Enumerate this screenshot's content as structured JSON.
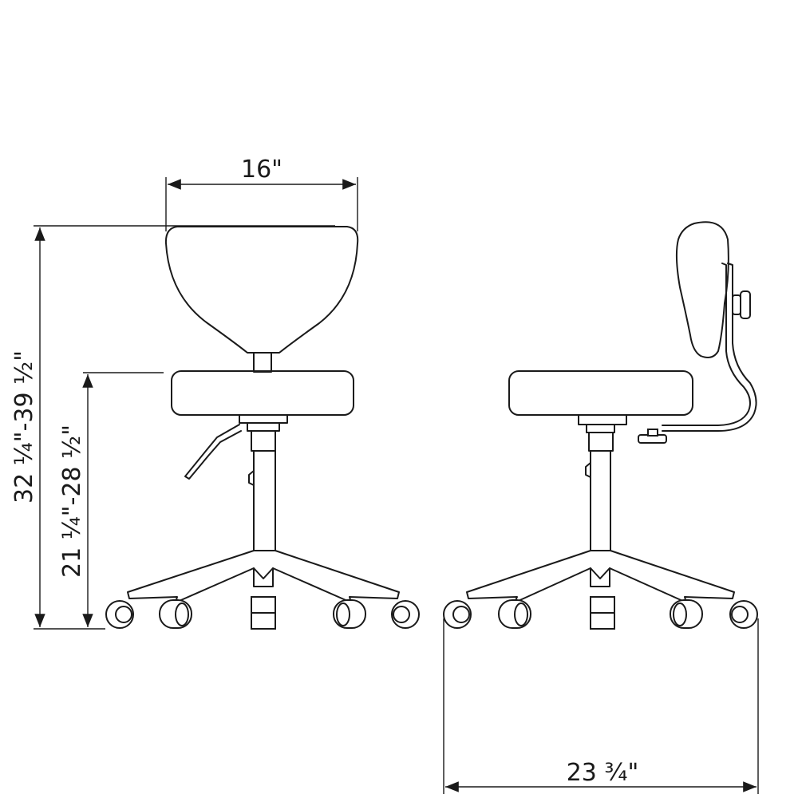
{
  "title": "Stool with backrest dimensions",
  "dimensions": {
    "backrest_width": "16\"",
    "overall_height": "32 ¼\"-39 ½\"",
    "seat_height": "21 ¼\"-28 ½\"",
    "base_diameter": "23 ¾\""
  },
  "views": [
    "front",
    "side"
  ],
  "colors": {
    "line": "#1a1a1a",
    "background": "#ffffff"
  }
}
